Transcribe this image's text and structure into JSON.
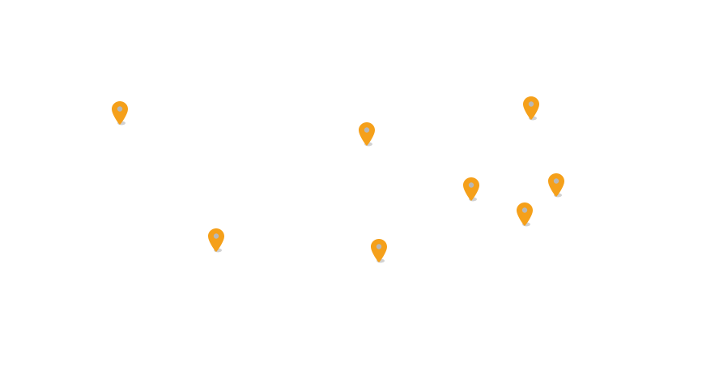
{
  "map": {
    "background_color": "#ffffff",
    "marker_color": "#F5A01A",
    "marker_center_color": "#B8B8B8",
    "marker_icon": "map-pin-icon",
    "markers": [
      {
        "id": "marker-1"
      },
      {
        "id": "marker-2"
      },
      {
        "id": "marker-3"
      },
      {
        "id": "marker-4"
      },
      {
        "id": "marker-5"
      },
      {
        "id": "marker-6"
      },
      {
        "id": "marker-7"
      },
      {
        "id": "marker-8"
      }
    ]
  }
}
